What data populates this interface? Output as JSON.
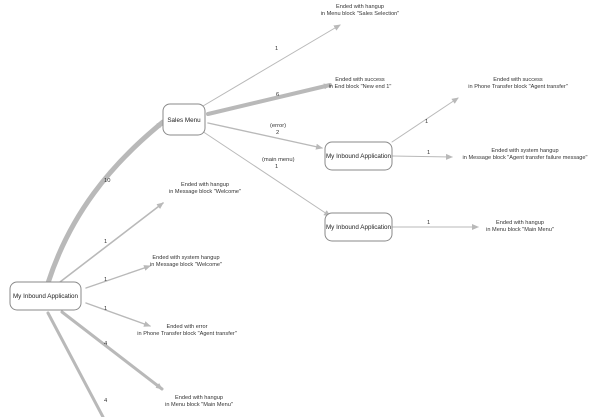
{
  "nodes": {
    "start": {
      "label": "My Inbound Application"
    },
    "sales_menu": {
      "label": "Sales Menu"
    },
    "inbound_2": {
      "label": "My Inbound Application"
    },
    "inbound_3": {
      "label": "My Inbound Application"
    }
  },
  "edges": {
    "start_sales": {
      "count": "10"
    },
    "start_welcome_hangup": {
      "count": "1"
    },
    "start_welcome_syshangup": {
      "count": "1"
    },
    "start_agent_error": {
      "count": "1"
    },
    "start_mainmenu_hangup": {
      "count": "4"
    },
    "start_bottom": {
      "count": "4"
    },
    "sales_selection": {
      "count": "1"
    },
    "sales_newend": {
      "count": "6"
    },
    "sales_inbound2": {
      "count": "2",
      "tag": "(error)"
    },
    "sales_inbound3": {
      "count": "1",
      "tag": "(main menu)"
    },
    "inbound2_success": {
      "count": "1"
    },
    "inbound2_syshangup": {
      "count": "1"
    },
    "inbound3_hangup": {
      "count": "1"
    }
  },
  "endpoints": {
    "sales_selection": {
      "line1": "Ended with hangup",
      "line2": "in Menu block \"Sales Selection\""
    },
    "new_end": {
      "line1": "Ended with success",
      "line2": "in End block \"New end 1\""
    },
    "agent_success": {
      "line1": "Ended with success",
      "line2": "in Phone Transfer block \"Agent transfer\""
    },
    "agent_fail_msg": {
      "line1": "Ended with system hangup",
      "line2": "in Message block \"Agent transfer failure message\""
    },
    "main_menu_2": {
      "line1": "Ended with hangup",
      "line2": "in Menu block \"Main Menu\""
    },
    "welcome_hangup": {
      "line1": "Ended with hangup",
      "line2": "in Message block \"Welcome\""
    },
    "welcome_syshangup": {
      "line1": "Ended with system hangup",
      "line2": "in Message block \"Welcome\""
    },
    "agent_error": {
      "line1": "Ended with error",
      "line2": "in Phone Transfer block \"Agent transfer\""
    },
    "main_menu_1": {
      "line1": "Ended with hangup",
      "line2": "in Menu block \"Main Menu\""
    }
  },
  "colors": {
    "edge": "#b9b9b9",
    "node_border": "#8a8a8a",
    "text": "#222222"
  }
}
